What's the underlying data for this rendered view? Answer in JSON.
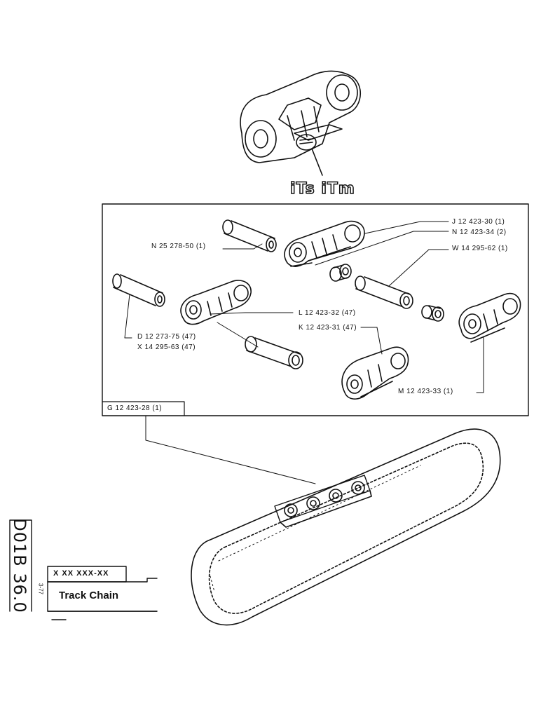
{
  "header": {
    "brand_mark": "iTs iTm"
  },
  "assembly": {
    "group_label": "G 12 423-28 (1)"
  },
  "parts": [
    {
      "ref": "J",
      "number": "12 423-30",
      "qty": "(1)",
      "label": "J 12 423-30 (1)"
    },
    {
      "ref": "N",
      "number": "12 423-34",
      "qty": "(2)",
      "label": "N 12 423-34 (2)"
    },
    {
      "ref": "W",
      "number": "14 295-62",
      "qty": "(1)",
      "label": "W 14 295-62 (1)"
    },
    {
      "ref": "N",
      "number": "25 278-50",
      "qty": "(1)",
      "label": "N 25 278-50 (1)"
    },
    {
      "ref": "L",
      "number": "12 423-32",
      "qty": "(47)",
      "label": "L 12 423-32 (47)"
    },
    {
      "ref": "K",
      "number": "12 423-31",
      "qty": "(47)",
      "label": "K 12 423-31 (47)"
    },
    {
      "ref": "D",
      "number": "12 273-75",
      "qty": "(47)",
      "label": "D 12 273-75 (47)"
    },
    {
      "ref": "X",
      "number": "14 295-63",
      "qty": "(47)",
      "label": "X 14 295-63 (47)"
    },
    {
      "ref": "M",
      "number": "12 423-33",
      "qty": "(1)",
      "label": "M 12 423-33 (1)"
    }
  ],
  "title_block": {
    "code": "D01B 36.0",
    "part_number": "X XX XXX-XX",
    "date": "3-77",
    "title": "Track Chain"
  }
}
